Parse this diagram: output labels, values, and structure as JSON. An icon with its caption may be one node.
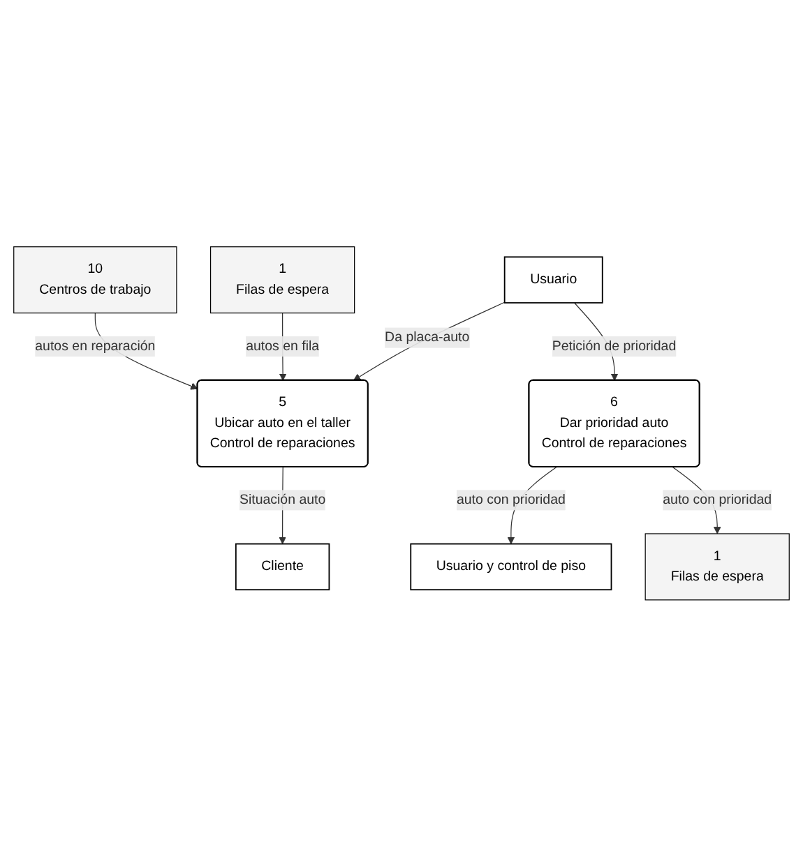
{
  "diagram": {
    "nodes": [
      {
        "text": [
          "Usuario"
        ]
      },
      {
        "text": [
          "5",
          "Ubicar auto en el taller",
          "Control de reparaciones"
        ]
      },
      {
        "text": [
          "Cliente"
        ]
      },
      {
        "text": [
          "1",
          "Filas de espera"
        ]
      },
      {
        "text": [
          "10",
          "Centros de trabajo"
        ]
      },
      {
        "text": [
          "6",
          "Dar prioridad auto",
          "Control de reparaciones"
        ]
      },
      {
        "text": [
          "Usuario y control de piso"
        ]
      },
      {
        "text": [
          "1",
          "Filas de espera"
        ]
      }
    ],
    "edges": [
      {
        "from": 0,
        "to": 1,
        "arrow": "to",
        "label": "Da placa-auto"
      },
      {
        "from": 1,
        "to": 2,
        "arrow": "to",
        "label": "Situación auto"
      },
      {
        "from": 3,
        "to": 1,
        "arrow": "to",
        "label": "autos en fila"
      },
      {
        "from": 4,
        "to": 1,
        "arrow": "to",
        "label": "autos en reparación"
      },
      {
        "from": 0,
        "to": 5,
        "arrow": "to",
        "label": "Petición de prioridad"
      },
      {
        "from": 5,
        "to": 6,
        "arrow": "to",
        "label": "auto con prioridad"
      },
      {
        "from": 5,
        "to": 7,
        "arrow": "to",
        "label": "auto con prioridad"
      }
    ]
  }
}
